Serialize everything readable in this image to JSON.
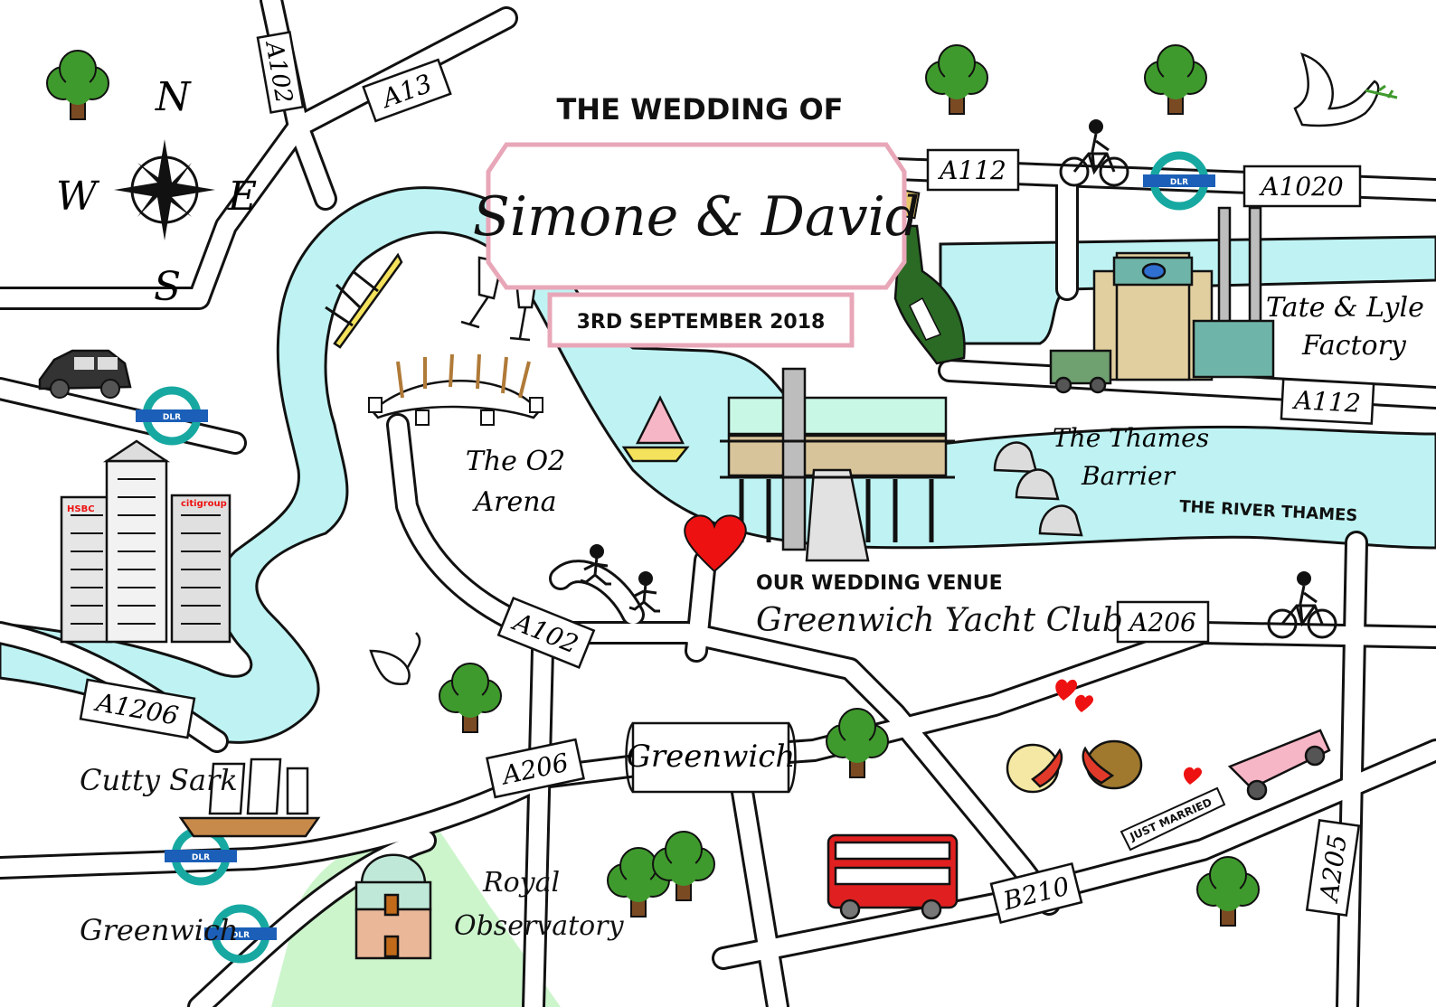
{
  "header": {
    "title_line": "THE WEDDING OF",
    "names": "Simone & David",
    "date": "3RD SEPTEMBER 2018"
  },
  "compass": {
    "n": "N",
    "s": "S",
    "e": "E",
    "w": "W"
  },
  "roads": {
    "a102_top": "A102",
    "a13": "A13",
    "a112_top": "A112",
    "a1020": "A1020",
    "a112_right": "A112",
    "a1206": "A1206",
    "a102_mid": "A102",
    "a206_left": "A206",
    "a206_right": "A206",
    "b210": "B210",
    "a205": "A205"
  },
  "places": {
    "o2_line1": "The O2",
    "o2_line2": "Arena",
    "venue_heading": "OUR WEDDING VENUE",
    "venue_name": "Greenwich Yacht Club",
    "tate_line1": "Tate & Lyle",
    "tate_line2": "Factory",
    "barrier_line1": "The Thames",
    "barrier_line2": "Barrier",
    "river": "THE RIVER THAMES",
    "greenwich_scroll": "Greenwich",
    "cutty_sark": "Cutty Sark",
    "royal_line1": "Royal",
    "royal_line2": "Observatory",
    "greenwich_bottom": "Greenwich"
  },
  "dlr_label": "DLR",
  "bank_labels": {
    "hsbc": "HSBC",
    "citi": "citigroup"
  },
  "just_married": "JUST MARRIED",
  "colors": {
    "river": "#bff3f3",
    "road_outline": "#111111",
    "park": "#ccf5cc",
    "dlr_ring": "#17a9a1",
    "dlr_bar": "#1b5fb8",
    "heart": "#ee1111",
    "frame_pink": "#e8a7b8"
  }
}
